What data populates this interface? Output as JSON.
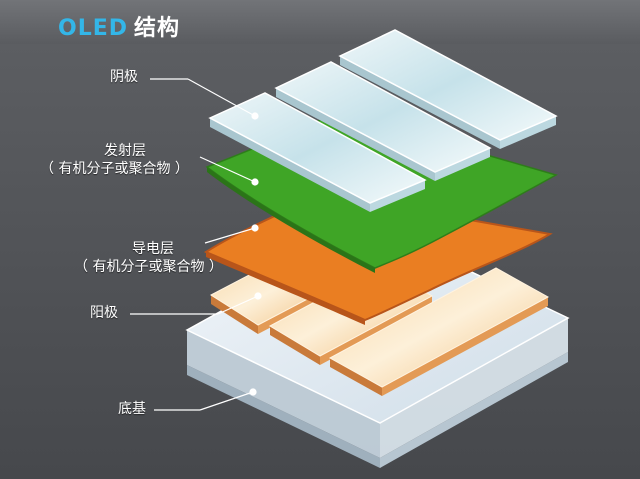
{
  "title": {
    "en": "OLED",
    "zh": "结构"
  },
  "labels": {
    "cathode": "阴极",
    "emissive": "发射层",
    "emissive_sub": "（ 有机分子或聚合物 ）",
    "conductive": "导电层",
    "conductive_sub": "（ 有机分子或聚合物 ）",
    "anode": "阳极",
    "substrate": "底基"
  },
  "colors": {
    "title_en": "#33b6e8",
    "emissive": "#3fa526",
    "conductive": "#ea7e22",
    "anode_strip": "#f3c58e",
    "cathode_strip": "#c9e7ee",
    "substrate": "#dde8f0"
  }
}
